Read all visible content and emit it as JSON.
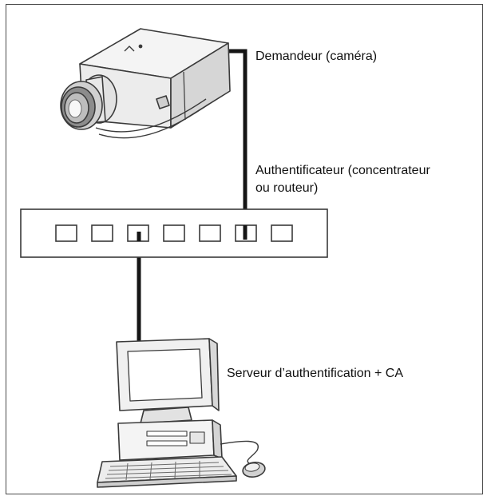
{
  "labels": {
    "supplicant": "Demandeur (caméra)",
    "authenticator_line1": "Authentificateur (concentrateur",
    "authenticator_line2": "ou routeur)",
    "server": "Serveur d’authentification + CA"
  },
  "colors": {
    "cable": "#151515",
    "outline": "#3a3a3a",
    "fill_light": "#f2f2f2",
    "fill_mid": "#d9d9d9"
  },
  "icons": {
    "camera": "network-camera-icon",
    "switch": "network-switch-icon",
    "computer": "desktop-computer-icon"
  }
}
